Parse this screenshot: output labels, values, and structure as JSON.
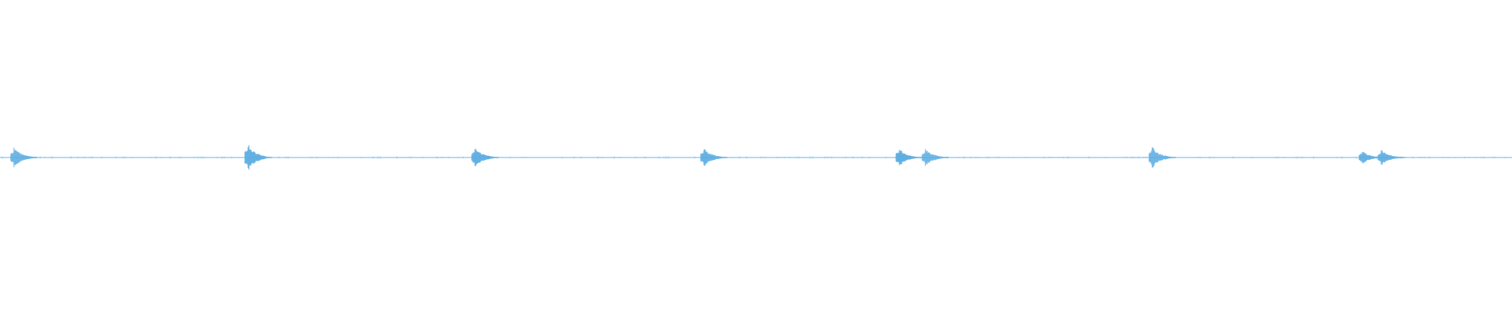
{
  "waveform": {
    "color": "#5dade2",
    "baseline_color": "#7fbde6",
    "background": "#ffffff",
    "bursts": [
      {
        "time_fraction": 0.0072,
        "peak": 0.022,
        "tail": 0.012
      },
      {
        "time_fraction": 0.162,
        "peak": 0.032,
        "tail": 0.014
      },
      {
        "time_fraction": 0.312,
        "peak": 0.022,
        "tail": 0.012
      },
      {
        "time_fraction": 0.4635,
        "peak": 0.022,
        "tail": 0.01
      },
      {
        "time_fraction": 0.5927,
        "peak": 0.022,
        "tail": 0.008
      },
      {
        "time_fraction": 0.61,
        "peak": 0.018,
        "tail": 0.01
      },
      {
        "time_fraction": 0.76,
        "peak": 0.026,
        "tail": 0.01
      },
      {
        "time_fraction": 0.899,
        "peak": 0.016,
        "tail": 0.006
      },
      {
        "time_fraction": 0.9115,
        "peak": 0.018,
        "tail": 0.008
      }
    ],
    "noise_level": 0.004
  }
}
